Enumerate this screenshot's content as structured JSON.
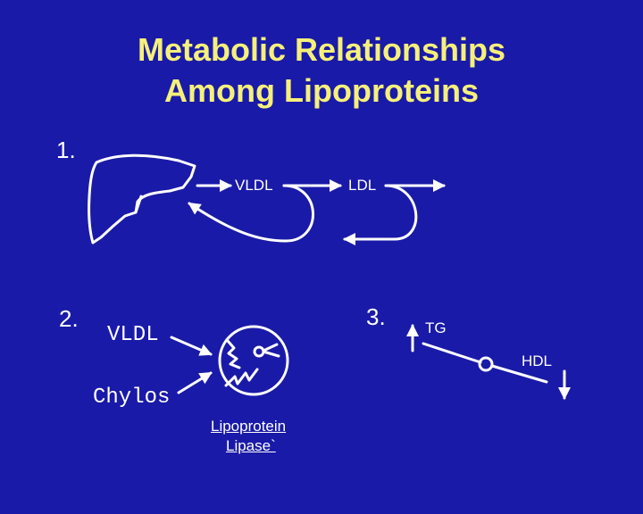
{
  "slide": {
    "title_line1": "Metabolic Relationships",
    "title_line2": "Among Lipoproteins",
    "background_color": "#1a1aa8",
    "title_color": "#f5f07a"
  },
  "panel1": {
    "number": "1.",
    "vldl": "VLDL",
    "ldl": "LDL"
  },
  "panel2": {
    "number": "2.",
    "vldl": "VLDL",
    "chylos": "Chylos",
    "enzyme_line1": "Lipoprotein",
    "enzyme_line2": "Lipase`"
  },
  "panel3": {
    "number": "3.",
    "tg": "TG",
    "hdl": "HDL"
  }
}
